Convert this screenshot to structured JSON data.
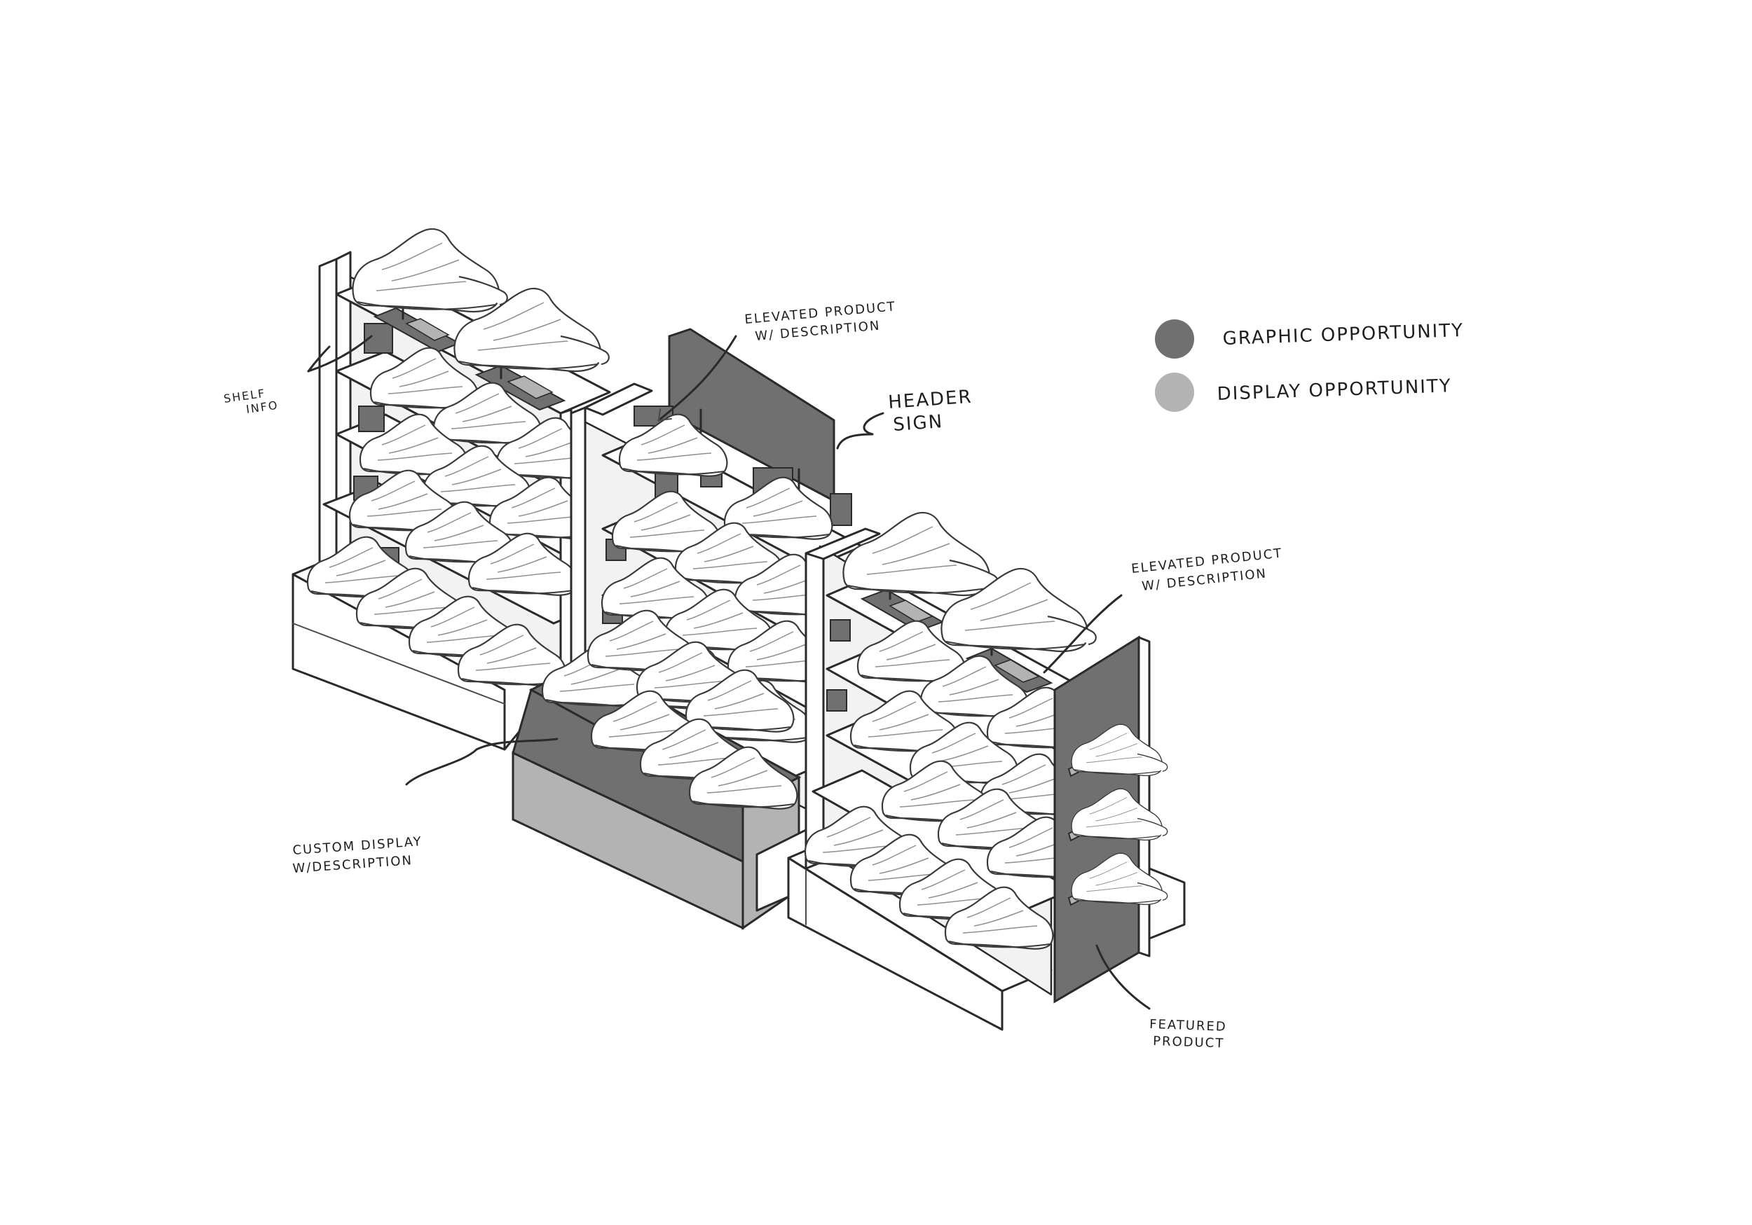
{
  "legend": {
    "items": [
      {
        "label": "GRAPHIC OPPORTUNITY",
        "color": "#707070"
      },
      {
        "label": "DISPLAY OPPORTUNITY",
        "color": "#b3b3b3"
      }
    ]
  },
  "callouts": {
    "elevated_product_top": [
      "ELEVATED PRODUCT",
      "W/ DESCRIPTION"
    ],
    "header_sign": [
      "HEADER",
      "SIGN"
    ],
    "shelf_info": [
      "SHELF",
      "INFO"
    ],
    "elevated_product_right": [
      "ELEVATED PRODUCT",
      "W/ DESCRIPTION"
    ],
    "custom_display": [
      "CUSTOM DISPLAY",
      "W/DESCRIPTION"
    ],
    "featured_product": [
      "FEATURED",
      "PRODUCT"
    ]
  },
  "colors": {
    "graphic": "#707070",
    "display": "#b3b3b3",
    "ink": "#2a2a2a"
  }
}
